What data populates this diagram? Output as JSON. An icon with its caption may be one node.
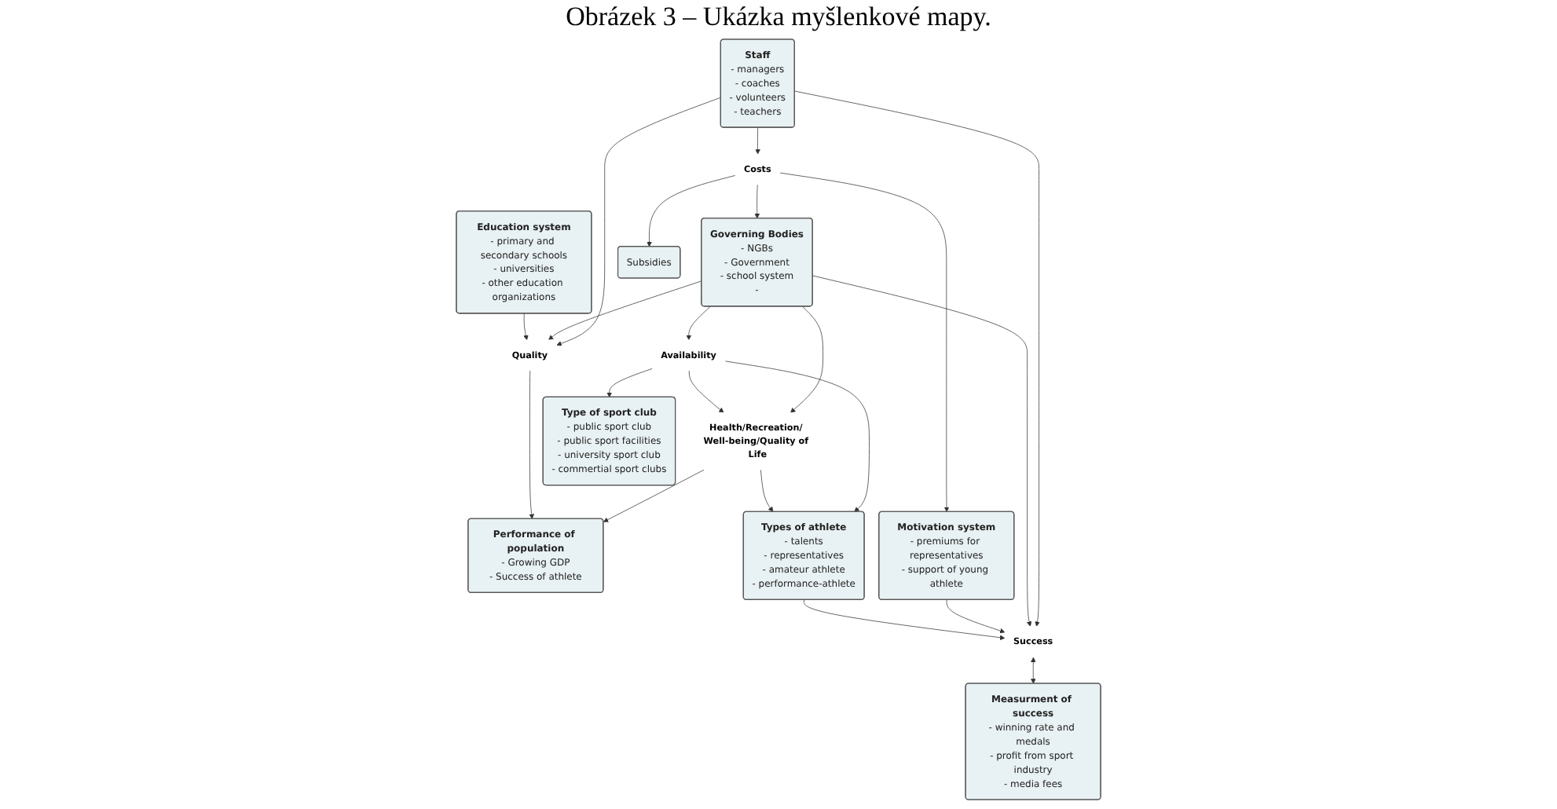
{
  "diagram": {
    "title": "Obrázek 3 – Ukázka myšlenkové mapy.",
    "nodes": [
      {
        "text": [
          "Staff",
          "- managers",
          "- coaches",
          "- volunteers",
          "- teachers"
        ]
      },
      {
        "text": [
          "Governing Bodies",
          "- NGBs",
          "- Government",
          "- school system",
          "-"
        ]
      },
      {
        "text": [
          "Performance of population",
          "- Growing GDP",
          "- Success of athlete"
        ]
      },
      {
        "text": [
          "Education system",
          "- primary and secondary schools",
          "- universities",
          "- other education organizations"
        ]
      },
      {
        "text": [
          "Subsidies"
        ]
      },
      {
        "text": [
          "Costs"
        ]
      },
      {
        "text": [
          "Success"
        ]
      },
      {
        "text": [
          "Health/Recreation/ Well-being/Quality of Life"
        ]
      },
      {
        "text": [
          "Availability"
        ]
      },
      {
        "text": [
          "Quality"
        ]
      },
      {
        "text": [
          "Motivation system",
          "- premiums for representatives",
          "- support of young athlete"
        ]
      },
      {
        "text": [
          "Measurment of success",
          "- winning rate and medals",
          "- profit from sport industry",
          "- media fees"
        ]
      },
      {
        "text": [
          "Types of athlete",
          "- talents",
          "- representatives",
          "- amateur athlete",
          "- performance-athlete"
        ]
      },
      {
        "text": [
          "Type of sport club",
          "- public sport club",
          "- public sport facilities",
          "- university sport club",
          "- commertial sport clubs"
        ]
      }
    ],
    "edges": [
      {
        "from": 0,
        "to": 5,
        "arrow": "to"
      },
      {
        "from": 0,
        "to": 6,
        "arrow": "to"
      },
      {
        "from": 0,
        "to": 9,
        "arrow": "to"
      },
      {
        "from": 5,
        "to": 4,
        "arrow": "to"
      },
      {
        "from": 5,
        "to": 1,
        "arrow": "to"
      },
      {
        "from": 1,
        "to": 6,
        "arrow": "to"
      },
      {
        "from": 1,
        "to": 7,
        "arrow": "to"
      },
      {
        "from": 1,
        "to": 8,
        "arrow": "to"
      },
      {
        "from": 1,
        "to": 9,
        "arrow": "to"
      },
      {
        "from": 7,
        "to": 2,
        "arrow": "to"
      },
      {
        "from": 9,
        "to": 2,
        "arrow": "to"
      },
      {
        "from": 3,
        "to": 9,
        "arrow": "to"
      },
      {
        "from": 8,
        "to": 7,
        "arrow": "to"
      },
      {
        "from": 8,
        "to": 12,
        "arrow": "to"
      },
      {
        "from": 8,
        "to": 13,
        "arrow": "to"
      },
      {
        "from": 7,
        "to": 12,
        "arrow": "to"
      },
      {
        "from": 5,
        "to": 10,
        "arrow": "to"
      },
      {
        "from": 10,
        "to": 6,
        "arrow": "to"
      },
      {
        "from": 6,
        "to": 11,
        "arrow": "both"
      },
      {
        "from": 12,
        "to": 6,
        "arrow": "to"
      }
    ]
  }
}
